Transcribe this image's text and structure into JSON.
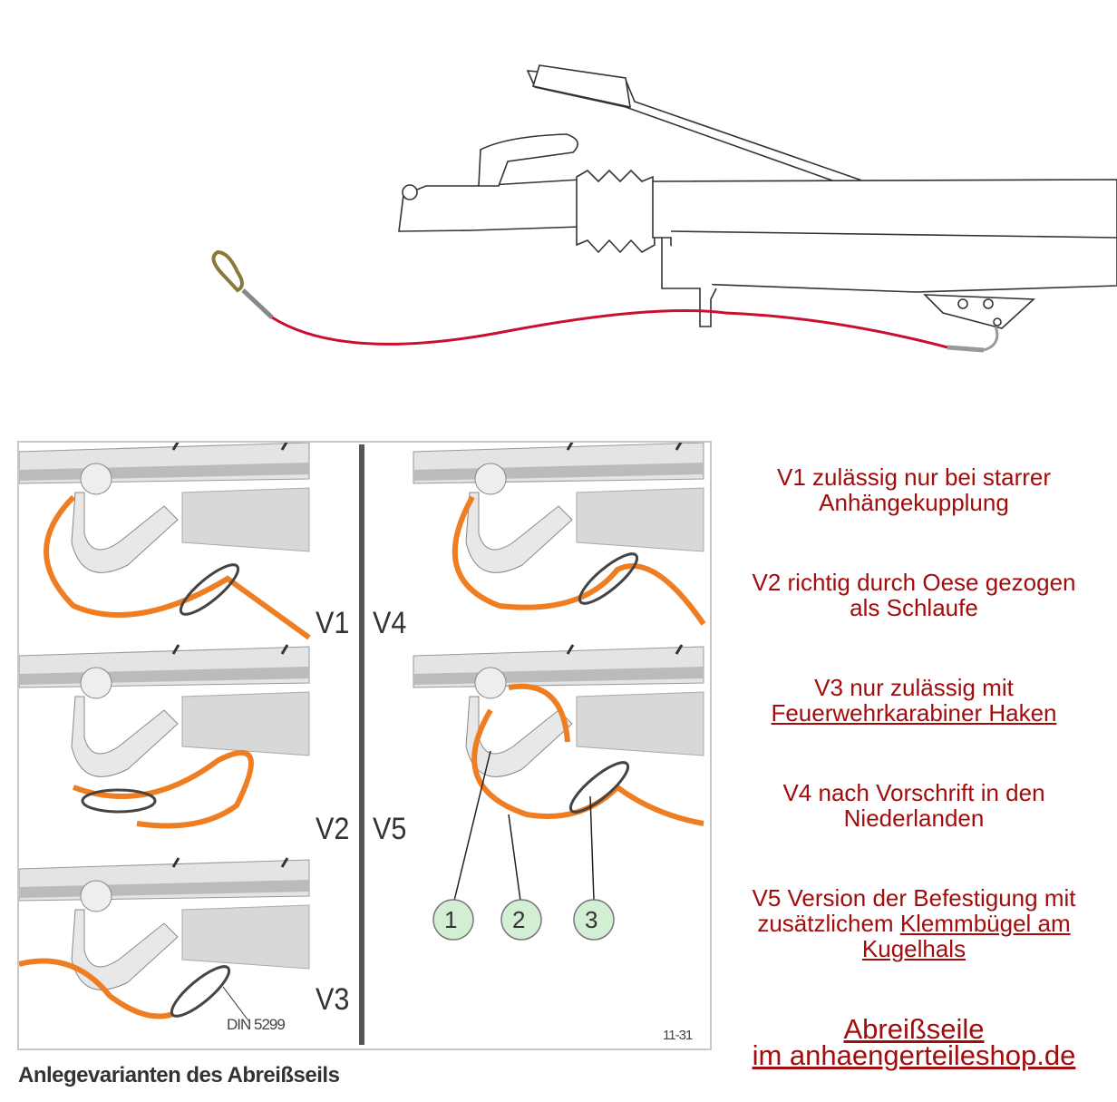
{
  "figure": {
    "labels": {
      "v1": "V1",
      "v2": "V2",
      "v3": "V3",
      "v4": "V4",
      "v5": "V5"
    },
    "din_label": "DIN 5299",
    "figure_code": "11-31",
    "callouts": [
      "1",
      "2",
      "3"
    ],
    "caption": "Anlegevarianten des Abreißseils"
  },
  "notes": {
    "v1": {
      "line1": "V1  zulässig nur bei starrer",
      "line2": "Anhängekupplung"
    },
    "v2": {
      "line1": "V2  richtig durch Oese gezogen",
      "line2": "als Schlaufe"
    },
    "v3": {
      "line1": "V3 nur zulässig mit",
      "link": "Feuerwehrkarabiner Haken"
    },
    "v4": {
      "line1": "V4 nach Vorschrift in den",
      "line2": "Niederlanden"
    },
    "v5": {
      "line1": "V5  Version der Befestigung mit",
      "line2_prefix": "zusätzlichem ",
      "link1": "Klemmbügel am",
      "link2": "Kugelhals"
    }
  },
  "shop": {
    "line1": "Abreißseile",
    "line2": "im anhaengerteileshop.de"
  },
  "colors": {
    "note_text": "#a10c0c",
    "cable_red": "#c8102e",
    "rope_orange": "#ef7d22",
    "callout_fill": "#d3efd3"
  }
}
